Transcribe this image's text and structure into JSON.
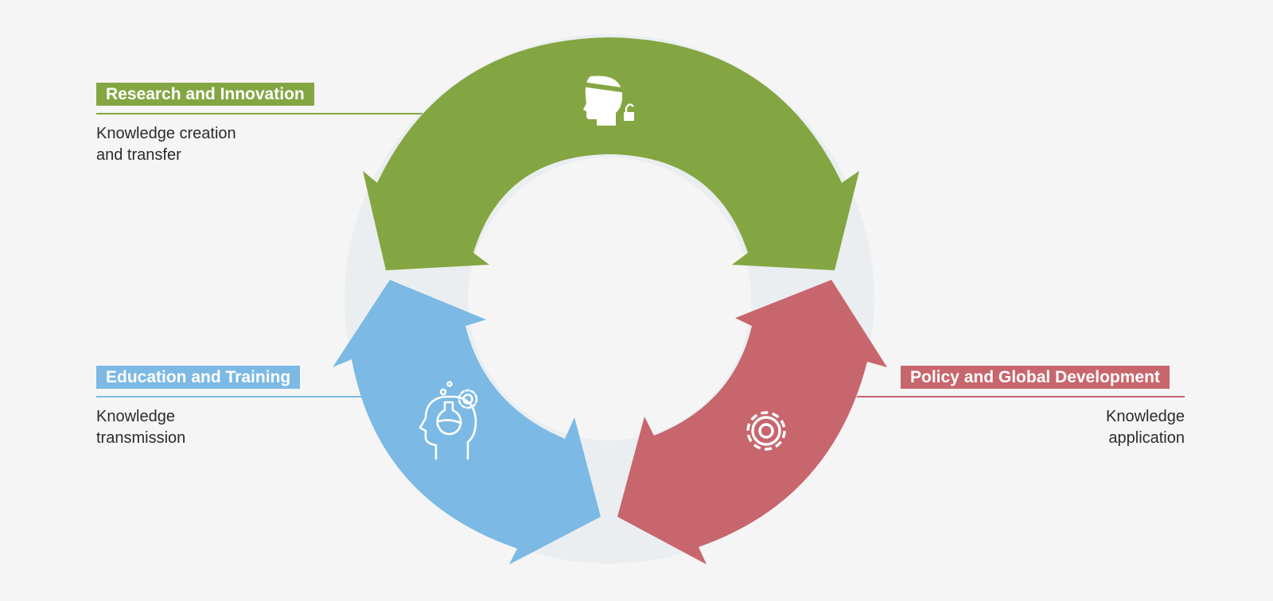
{
  "colors": {
    "research": "#84a642",
    "education": "#7cb9e4",
    "policy": "#c8666d",
    "ring_backdrop": "#eaeef1",
    "icon": "#ffffff"
  },
  "sections": {
    "research": {
      "title": "Research and Innovation",
      "desc": [
        "Knowledge creation",
        "and transfer"
      ],
      "icon": "head-with-padlock-icon"
    },
    "education": {
      "title": "Education and Training",
      "desc": [
        "Knowledge",
        "transmission"
      ],
      "icon": "head-with-flask-and-gear-icon"
    },
    "policy": {
      "title": "Policy and Global Development",
      "desc": [
        "Knowledge",
        "application"
      ],
      "icon": "gear-icon"
    }
  }
}
